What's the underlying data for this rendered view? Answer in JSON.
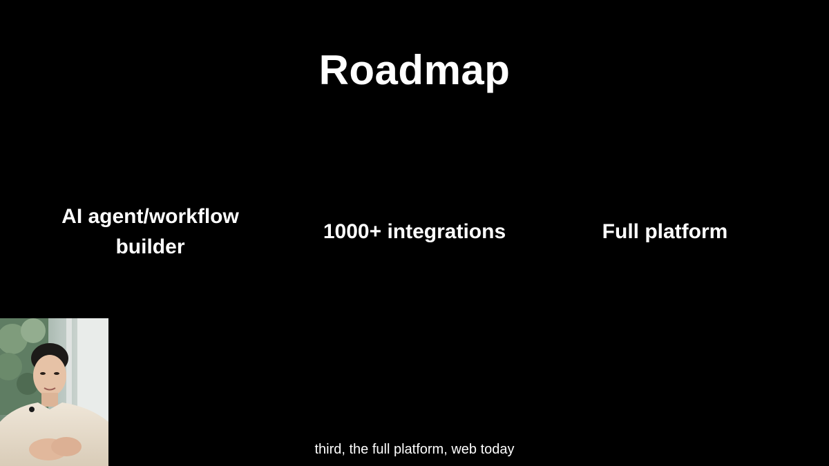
{
  "slide": {
    "title": "Roadmap",
    "items": [
      {
        "label": "AI agent/workflow builder"
      },
      {
        "label": "1000+ integrations"
      },
      {
        "label": "Full platform"
      }
    ]
  },
  "caption": "third, the full platform, web today",
  "colors": {
    "background": "#000000",
    "text": "#ffffff"
  }
}
